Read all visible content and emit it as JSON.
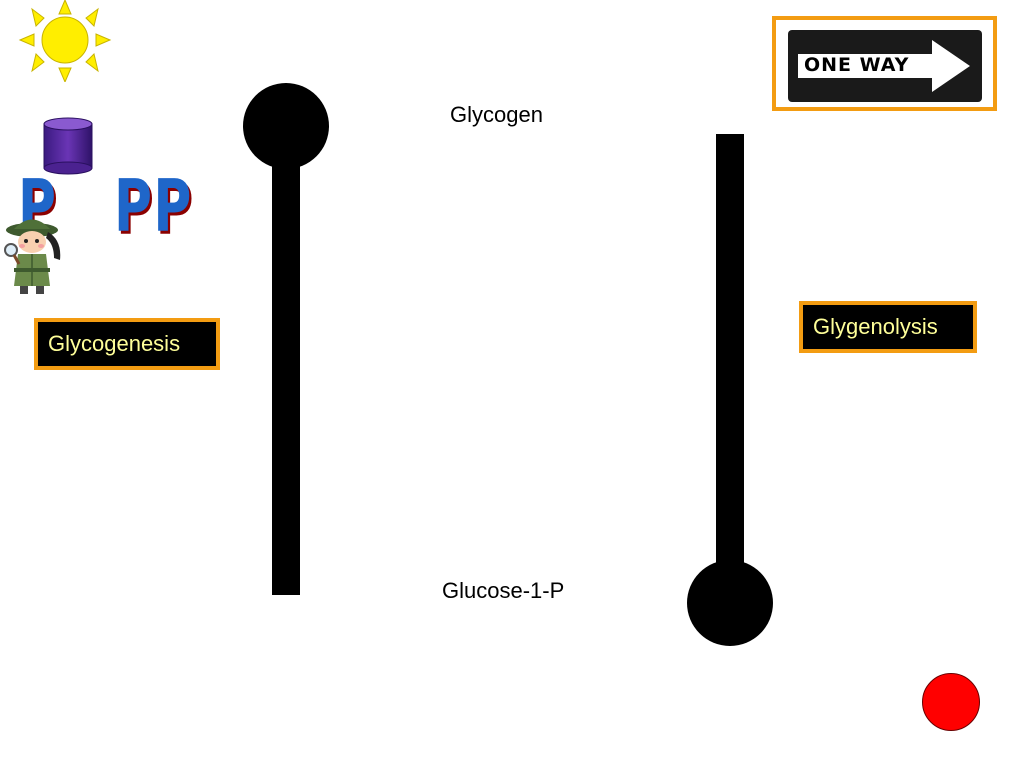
{
  "labels": {
    "top": "Glycogen",
    "bottom": "Glucose-1-P",
    "left_box": "Glycogenesis",
    "right_box": "Glygenolysis"
  },
  "sign": {
    "text": "ONE WAY"
  },
  "clipart": {
    "p_single": "P",
    "p_double": "PP"
  },
  "icons": [
    "sun-icon",
    "cylinder-icon",
    "detective-icon",
    "one-way-sign-icon",
    "red-button-icon"
  ],
  "colors": {
    "box_border": "#f39c12",
    "box_text": "#ffff99",
    "stop_button": "#ff0000",
    "sun": "#ffee00"
  }
}
